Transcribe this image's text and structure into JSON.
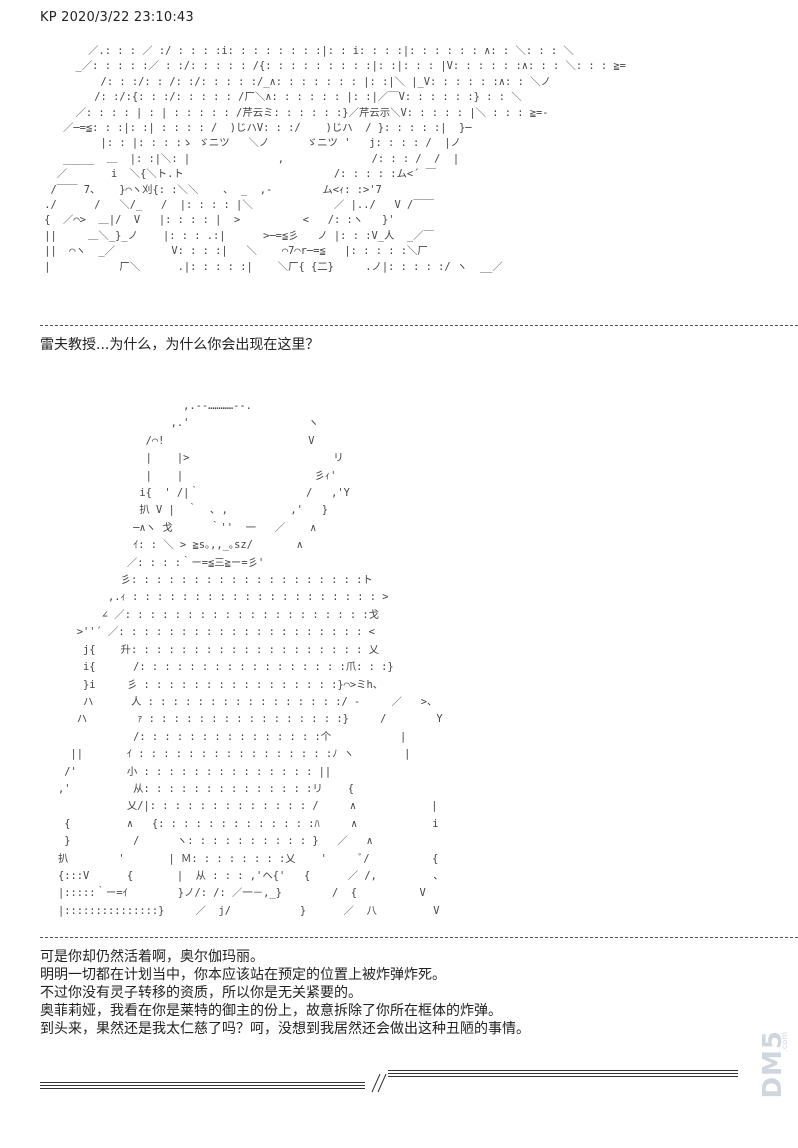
{
  "header": {
    "text": "KP 2020/3/22 23:10:43"
  },
  "art_top": "        ／.: : : ／ :/ : : : :i: : : : : : : :|: : i: : : :|: : : : : : ∧: : ＼: : : ＼\n      _／: : : : :／ : :/: : : : : /{: : : : : : : : :|: :|: : : |V: : : : : :∧: : : ＼: : : ≧=\n          /: : :/: : /: :/: : : : :/_∧: : : : : : : |: :|＼ |_V: : : : : :∧: : ＼ノ\n         /: :/:{: : :/: : : : : /厂＼∧: : : : : : |: :|／￣V: : : : : :} : : ＼\n      ／: : : : | : | : : : : : /芹云ミ: : : : : :}／芹云示＼V: : : : : |＼ : : : ≧=-\n    ／─=≦: : :|: :| : : : : /  )じハV: : :/    )じハ  / }: : : : :|  }─\n          |: : |: : : :ゝ ゞニツ   ＼ノ      ゞニツ '   j: : : : /  |ノ\n    _____  ＿  |: :|＼: |              ,              /: : : /  /  |\n   ／       i  ＼{＼ト.ト                        /: : : : :ム<´ ￣\n  /￣￣ ̄7、   }⌒ヽ刈{: :＼＼    ､  _  ,-        ム<ｨ: :>'7\n ./      /   ＼/_   /  |: : : : |＼             ／ |../   V /￣￣\n {  ／⌒>  ＿|/  V   |: : : : |  >          <   /: :ヽ   }'\n ||     ＿＼_}_ノ    |: : : .:|      >─=≦彡   ノ |: : :V_人  _／￣\n ||  ⌒ヽ  _／         V: : : :|   ＼    ⌒7⌒r─=≦   |: : : : :＼厂\n |           厂＼      .|: : : : :|    ＼厂{ {二}     .ノ|: : : : :/ ヽ  __／",
  "line1": "雷夫教授...为什么，为什么你会出现在这里？",
  "art_bottom": "                    ,.-‐…………‐-.\n                  ,.'                   ヽ\n              /⌒!                       V\n              |    |>                       リ\n              |    |                     彡ｨ'\n             i{  ' /|｀                 /   ,'Y\n             扒 V |  ｀  ､ ,          ,'   }\n            ─∧ヽ 戈      ｀''  一   ／    ∧\n            ｲ: : ＼ > ≧s｡,,_｡sz/       ∧\n           ／: : : :｀ー=≦三≧ー=彡'\n          彡: : : : : : : : : : : : : : : : : : :ト\n        ,.ｨ : : : : : : : : : : : : : : : : : : : : >\n       ∠ ／: : : : : : : : : : : : : : : : : : : :戈\n   >''´ ／: : : : : : : : : : : : : : : : : : : : <\n    j{    升: : : : : : : : : : : : : : : : : : : 乂\n    i{      /: : : : : : : : : : : : : : : : :爪: : :}\n    }i     彡 : : : : : : : : : : : : : : : :}⌒>ミh、\n    ハ      人 : : : : : : : : : : : : : : : :/ ‐     ／   >、\n   ハ        ｧ : : : : : : : : : : : : : : : :}     /        Y\n            /: : : : : : : : : : : : : : :个           |\n  ||       ｲ : : : : : : : : : : : : : : : :ﾉ ヽ        |\n /'        小 : : : : : : : : : : : : : : ||\n,'          从: : : : : : : : : : : : : :リ    {\n           乂/|: : : : : : : : : : : : : /     ∧            |\n {         ∧   {: : : : : : : : : : : : :ﾊ     ∧            i\n }          /      ヽ: : : : : : : : : : }   ／   ∧\n扒        '       | Ｍ: : : : : : : :乂    '     ﾞ/          {\n{:::V      {       |  从 : : : ,'ヘ{'   {      ／ /,         、\n|:::::｀ー=ｲ        }ノ/: /: ／一－,_}        /  {          V\n|:::::::::::::::}     ／  j/           }      ／  八         V",
  "para": {
    "line1": "可是你却仍然活着啊，奥尔伽玛丽。",
    "line2": "明明一切都在计划当中，你本应该站在预定的位置上被炸弹炸死。",
    "line3": "不过你没有灵子转移的资质，所以你是无关紧要的。",
    "line4": "奥菲莉娅，我看在你是莱特的御主的份上，故意拆除了你所在框体的炸弹。",
    "line5": "到头来，果然还是我太仁慈了吗？呵，没想到我居然还会做出这种丑陋的事情。"
  },
  "watermark": {
    "text": "DM5",
    "sub": ".com"
  },
  "colors": {
    "background": "#ffffff",
    "text": "#222222",
    "divider": "#555555",
    "watermark": "#cfd6de"
  }
}
